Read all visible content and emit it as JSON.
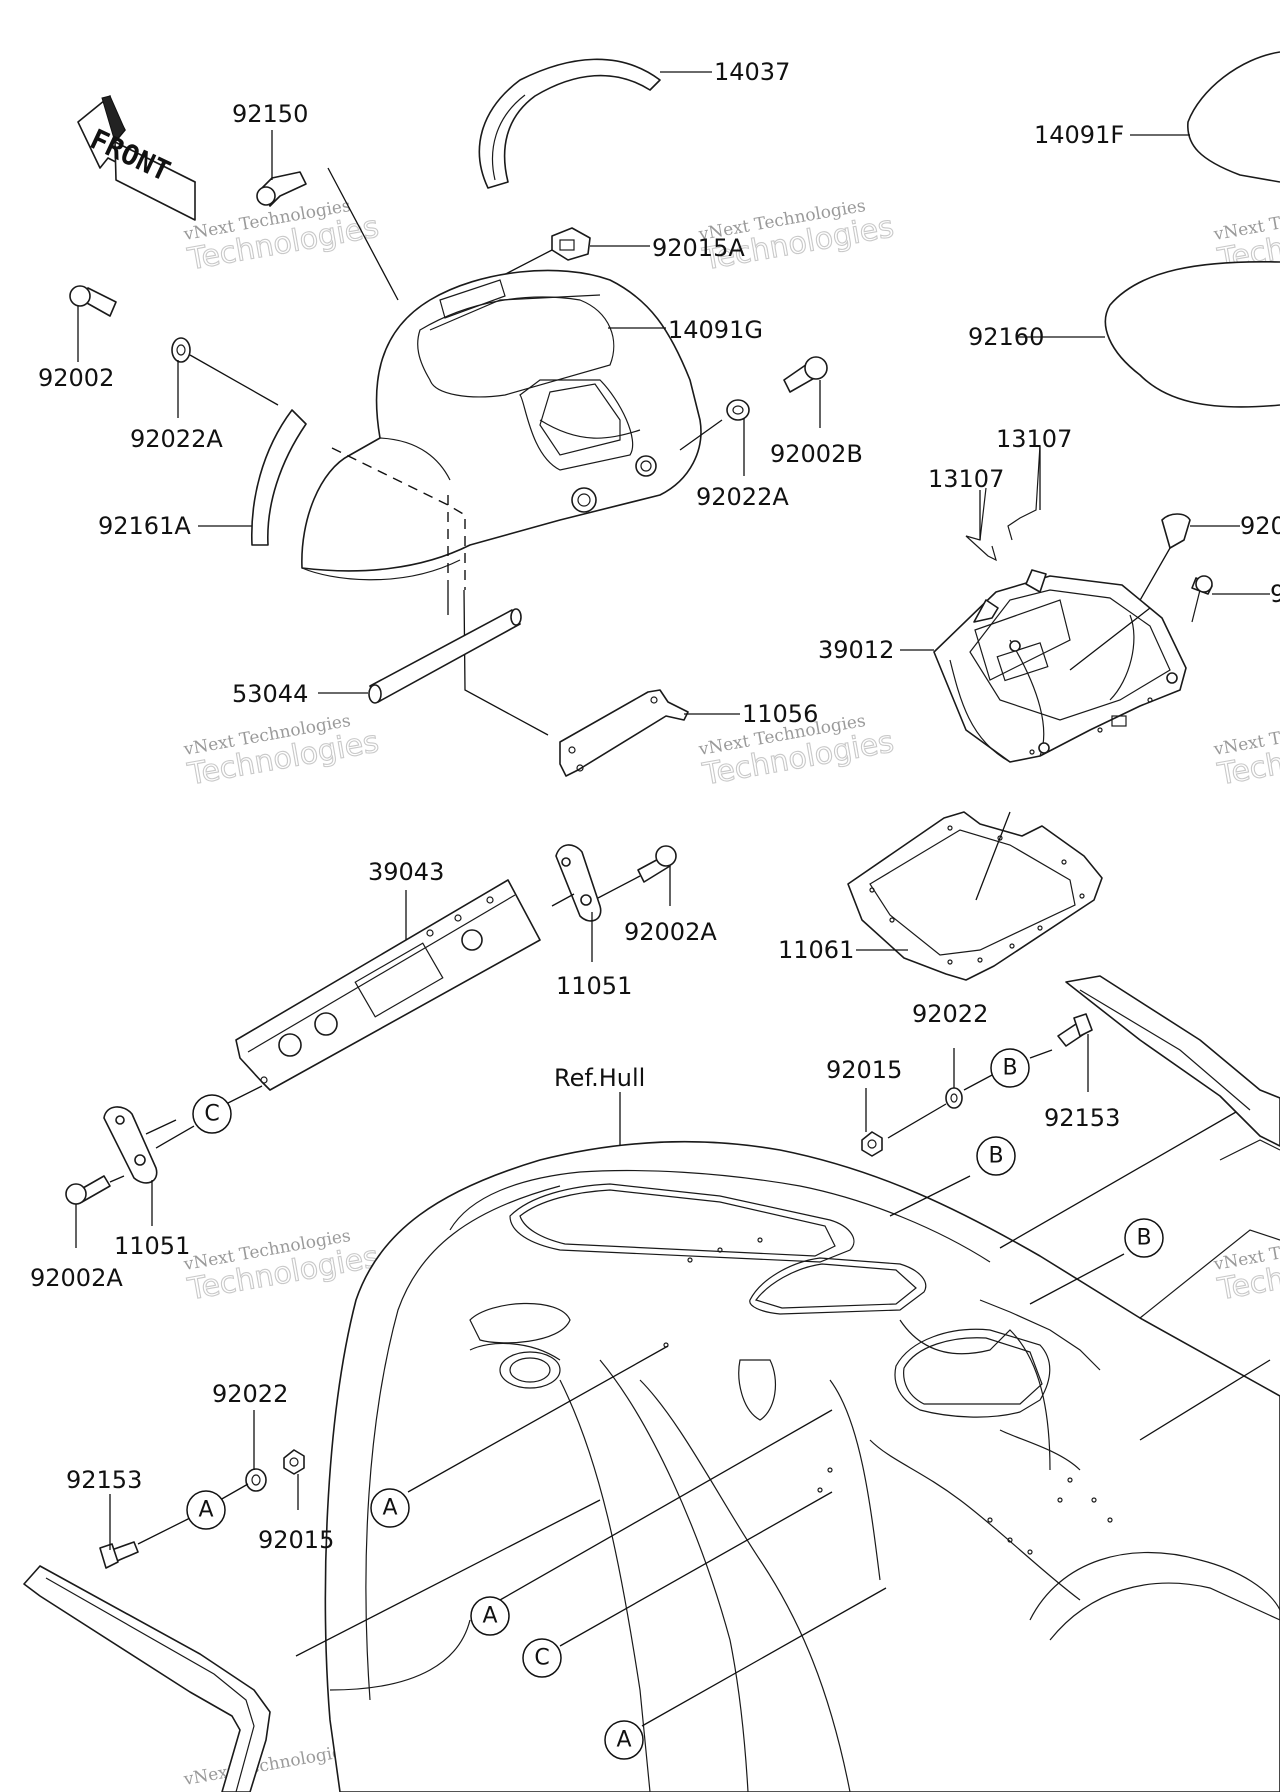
{
  "diagram": {
    "front_label": "FRONT",
    "ref_hull": "Ref.Hull",
    "parts": {
      "p14037": "14037",
      "p14091F": "14091F",
      "p92150": "92150",
      "p92015A": "92015A",
      "p14091G": "14091G",
      "p92002": "92002",
      "p92160": "92160",
      "p92022A_left": "92022A",
      "p92002B": "92002B",
      "p13107_a": "13107",
      "p13107_b": "13107",
      "p92022A_right": "92022A",
      "p92161A": "92161A",
      "p920_cut": "920",
      "p9_cut": "9",
      "p39012": "39012",
      "p53044": "53044",
      "p11056": "11056",
      "p39043": "39043",
      "p92002A_top": "92002A",
      "p11051_top": "11051",
      "p11061": "11061",
      "p92022_mid": "92022",
      "p92015_mid": "92015",
      "p92153_mid": "92153",
      "p11051_left": "11051",
      "p92002A_left": "92002A",
      "p92022_bot": "92022",
      "p92153_bot": "92153",
      "p92015_bot": "92015"
    },
    "refs": {
      "r_c_1": "C",
      "r_b_1": "B",
      "r_b_2": "B",
      "r_b_3": "B",
      "r_a_1": "A",
      "r_a_2": "A",
      "r_a_3": "A",
      "r_c_2": "C",
      "r_a_4": "A"
    },
    "watermark": {
      "line1": "vNext Technologies",
      "line2": "Technologies"
    }
  }
}
